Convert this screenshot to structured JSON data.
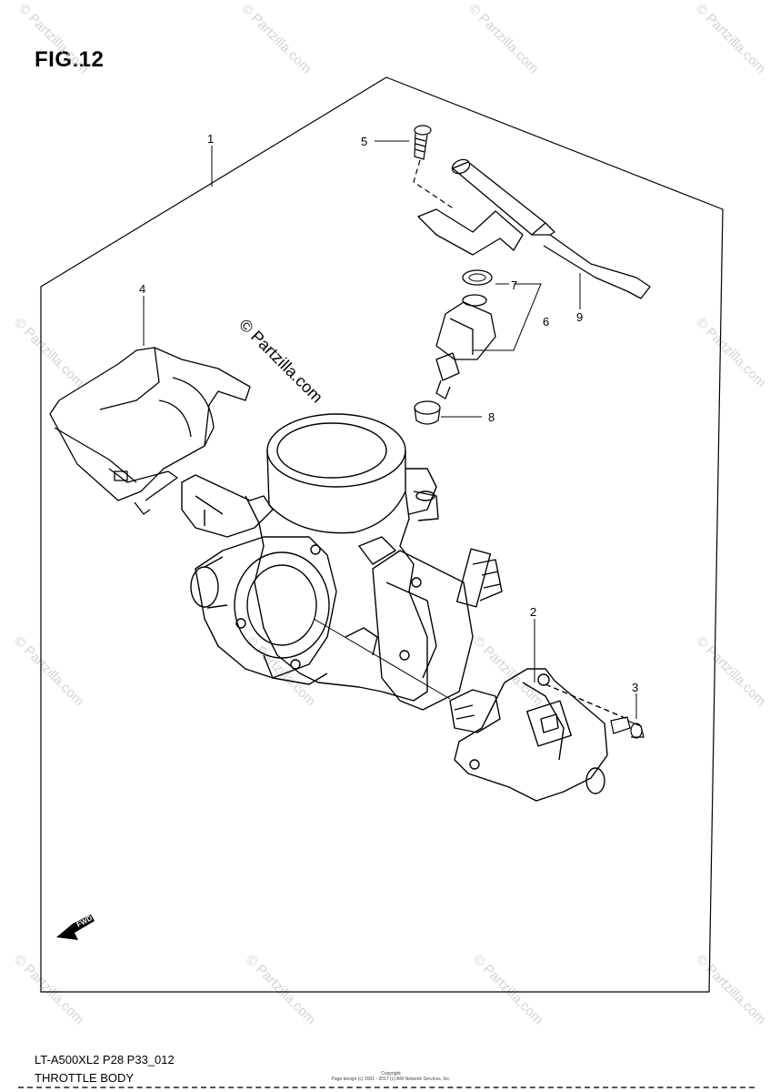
{
  "figure": {
    "title": "FIG.12"
  },
  "callouts": [
    {
      "number": "1"
    },
    {
      "number": "2"
    },
    {
      "number": "3"
    },
    {
      "number": "4"
    },
    {
      "number": "5"
    },
    {
      "number": "6"
    },
    {
      "number": "7"
    },
    {
      "number": "8"
    },
    {
      "number": "9"
    }
  ],
  "watermark": {
    "text": "© Partzilla.com"
  },
  "forward_arrow": {
    "label": "FWD"
  },
  "footer": {
    "code": "LT-A500XL2 P28 P33_012",
    "name": "THROTTLE BODY",
    "copyright_line1": "Copyright",
    "copyright_line2": "Page design (c) 2001 - 2017 (c) ARI Network Services, Inc."
  }
}
